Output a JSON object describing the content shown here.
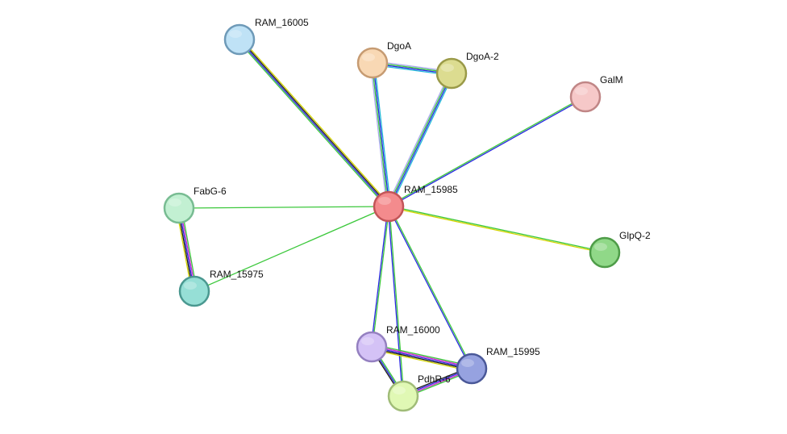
{
  "nodes": [
    {
      "id": "RAM_15985",
      "label": "RAM_15985",
      "fill": "#f48b8d",
      "stroke": "#c25558"
    },
    {
      "id": "RAM_16005",
      "label": "RAM_16005",
      "fill": "#bfe2f6",
      "stroke": "#6e9ab8"
    },
    {
      "id": "DgoA",
      "label": "DgoA",
      "fill": "#f8d8b4",
      "stroke": "#c69b72"
    },
    {
      "id": "DgoA-2",
      "label": "DgoA-2",
      "fill": "#dcdc90",
      "stroke": "#9a9a48"
    },
    {
      "id": "GalM",
      "label": "GalM",
      "fill": "#f6c8c8",
      "stroke": "#c08686"
    },
    {
      "id": "FabG-6",
      "label": "FabG-6",
      "fill": "#c2f0d2",
      "stroke": "#78bc92"
    },
    {
      "id": "RAM_15975",
      "label": "RAM_15975",
      "fill": "#96dfd6",
      "stroke": "#4a9890"
    },
    {
      "id": "GlpQ-2",
      "label": "GlpQ-2",
      "fill": "#90d888",
      "stroke": "#4e9c48"
    },
    {
      "id": "RAM_16000",
      "label": "RAM_16000",
      "fill": "#d4c2f6",
      "stroke": "#9480c0"
    },
    {
      "id": "RAM_15995",
      "label": "RAM_15995",
      "fill": "#96a2e0",
      "stroke": "#4a5898"
    },
    {
      "id": "PdhR-6",
      "label": "PdhR-6",
      "fill": "#e0f8b4",
      "stroke": "#a0bc78"
    }
  ],
  "edges": [
    {
      "source": "RAM_15985",
      "target": "RAM_16005",
      "colors": [
        "#3cc83c",
        "#2828e0",
        "#1a1a1a",
        "#d4d400"
      ]
    },
    {
      "source": "RAM_15985",
      "target": "DgoA",
      "colors": [
        "#aaaaee",
        "#3cc83c",
        "#2828e0",
        "#20b8d8"
      ]
    },
    {
      "source": "RAM_15985",
      "target": "DgoA-2",
      "colors": [
        "#aaaaee",
        "#3cc83c",
        "#2828e0",
        "#20b8d8"
      ]
    },
    {
      "source": "DgoA",
      "target": "DgoA-2",
      "colors": [
        "#aaaaee",
        "#3cc83c",
        "#2828e0",
        "#20b8d8"
      ]
    },
    {
      "source": "RAM_15985",
      "target": "GalM",
      "colors": [
        "#3cc83c",
        "#2828e0"
      ]
    },
    {
      "source": "RAM_15985",
      "target": "FabG-6",
      "colors": [
        "#3cc83c"
      ]
    },
    {
      "source": "RAM_15985",
      "target": "RAM_15975",
      "colors": [
        "#3cc83c"
      ]
    },
    {
      "source": "FabG-6",
      "target": "RAM_15975",
      "colors": [
        "#3cc83c",
        "#d02ad0",
        "#2828e0",
        "#1a1a1a",
        "#d4d400"
      ]
    },
    {
      "source": "RAM_15985",
      "target": "GlpQ-2",
      "colors": [
        "#3cc83c",
        "#d4d400"
      ]
    },
    {
      "source": "RAM_15985",
      "target": "RAM_16000",
      "colors": [
        "#3cc83c",
        "#2828e0"
      ]
    },
    {
      "source": "RAM_15985",
      "target": "RAM_15995",
      "colors": [
        "#3cc83c",
        "#2828e0"
      ]
    },
    {
      "source": "RAM_15985",
      "target": "PdhR-6",
      "colors": [
        "#3cc83c",
        "#2828e0"
      ]
    },
    {
      "source": "RAM_16000",
      "target": "RAM_15995",
      "colors": [
        "#3cc83c",
        "#d02ad0",
        "#2828e0",
        "#1a1a1a",
        "#d4d400"
      ]
    },
    {
      "source": "RAM_16000",
      "target": "PdhR-6",
      "colors": [
        "#3cc83c",
        "#2828e0",
        "#1a1a1a"
      ]
    },
    {
      "source": "RAM_15995",
      "target": "PdhR-6",
      "colors": [
        "#3cc83c",
        "#d02ad0",
        "#2828e0",
        "#1a1a1a"
      ]
    }
  ]
}
